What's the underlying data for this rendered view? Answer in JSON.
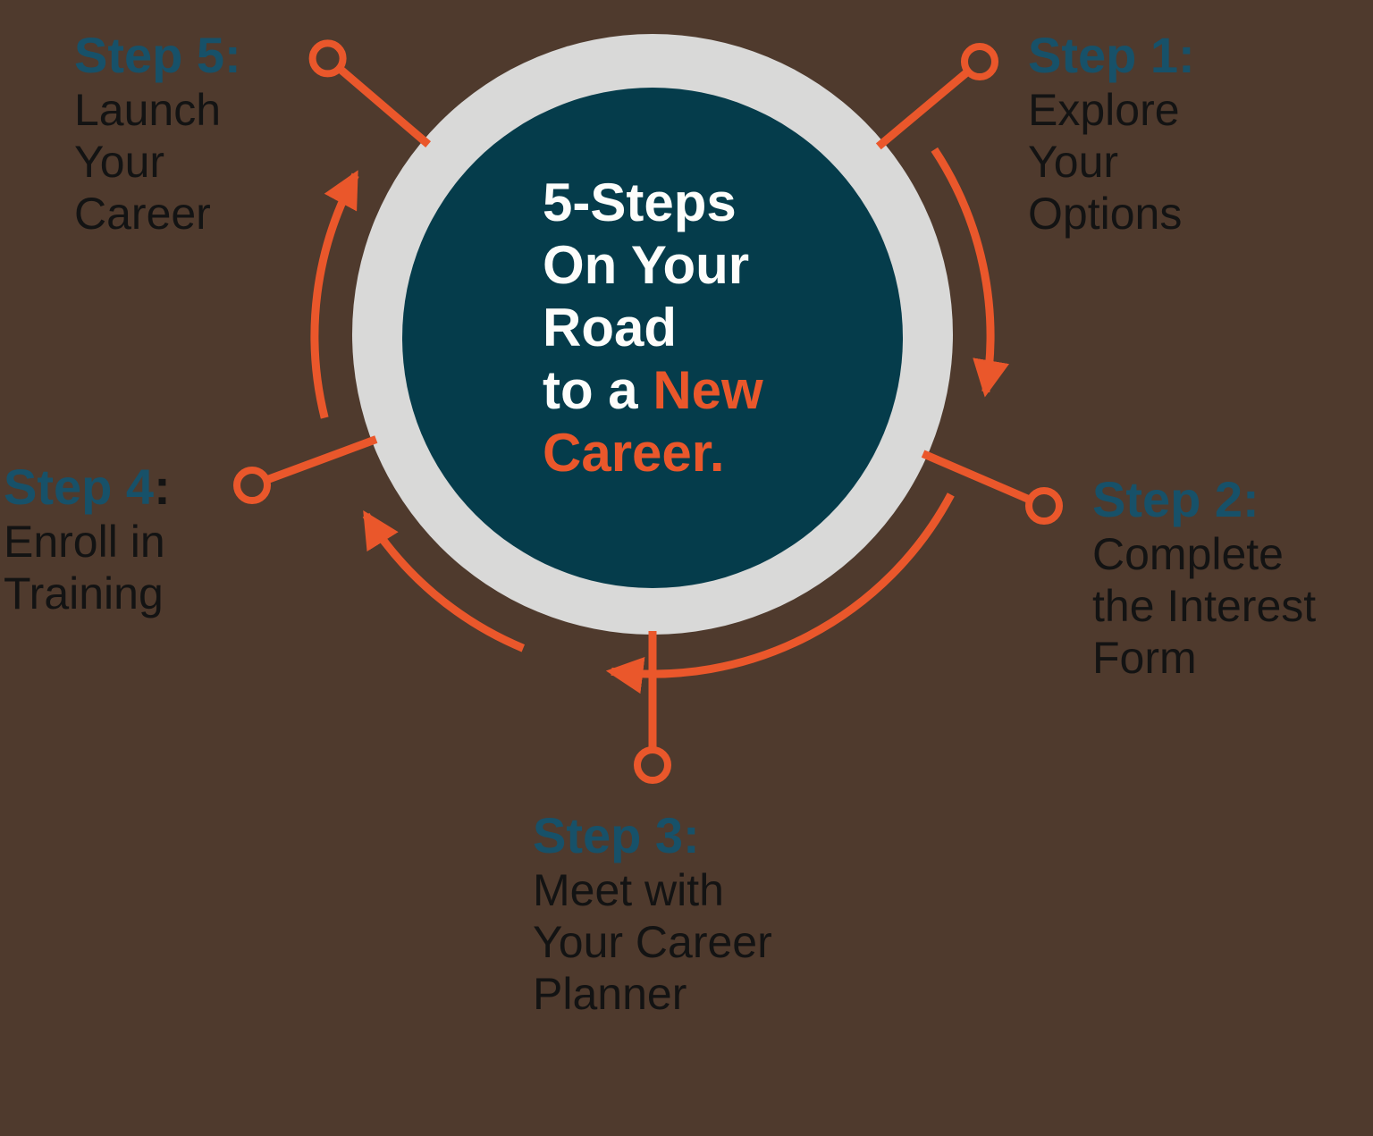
{
  "title": "5-Steps On Your Road to a New Career",
  "colors": {
    "background_brown": "#4F3A2D",
    "accent_orange": "#EA572B",
    "circle_teal": "#053C4B",
    "heading_teal": "#175169",
    "ring_gray": "#D9D9D8",
    "body_text_black": "#131313",
    "center_text_white": "#FDFDFB"
  },
  "center": {
    "lines_white": "5-Steps\nOn Your\nRoad",
    "line4_white": "to a",
    "line4_accent": "New",
    "line5_accent": "Career."
  },
  "steps": [
    {
      "heading": "Step 1:",
      "heading_suffix": "",
      "body": "Explore\nYour\nOptions",
      "position": "top-right"
    },
    {
      "heading": "Step 2:",
      "heading_suffix": "",
      "body": "Complete\nthe Interest\nForm",
      "position": "right"
    },
    {
      "heading": "Step 3:",
      "heading_suffix": "",
      "body": "Meet with\nYour Career\nPlanner",
      "position": "bottom"
    },
    {
      "heading": "Step 4",
      "heading_suffix": ":",
      "body": "Enroll in\nTraining",
      "position": "left"
    },
    {
      "heading": "Step 5:",
      "heading_suffix": "",
      "body": "Launch\nYour\nCareer",
      "position": "top-left"
    }
  ]
}
